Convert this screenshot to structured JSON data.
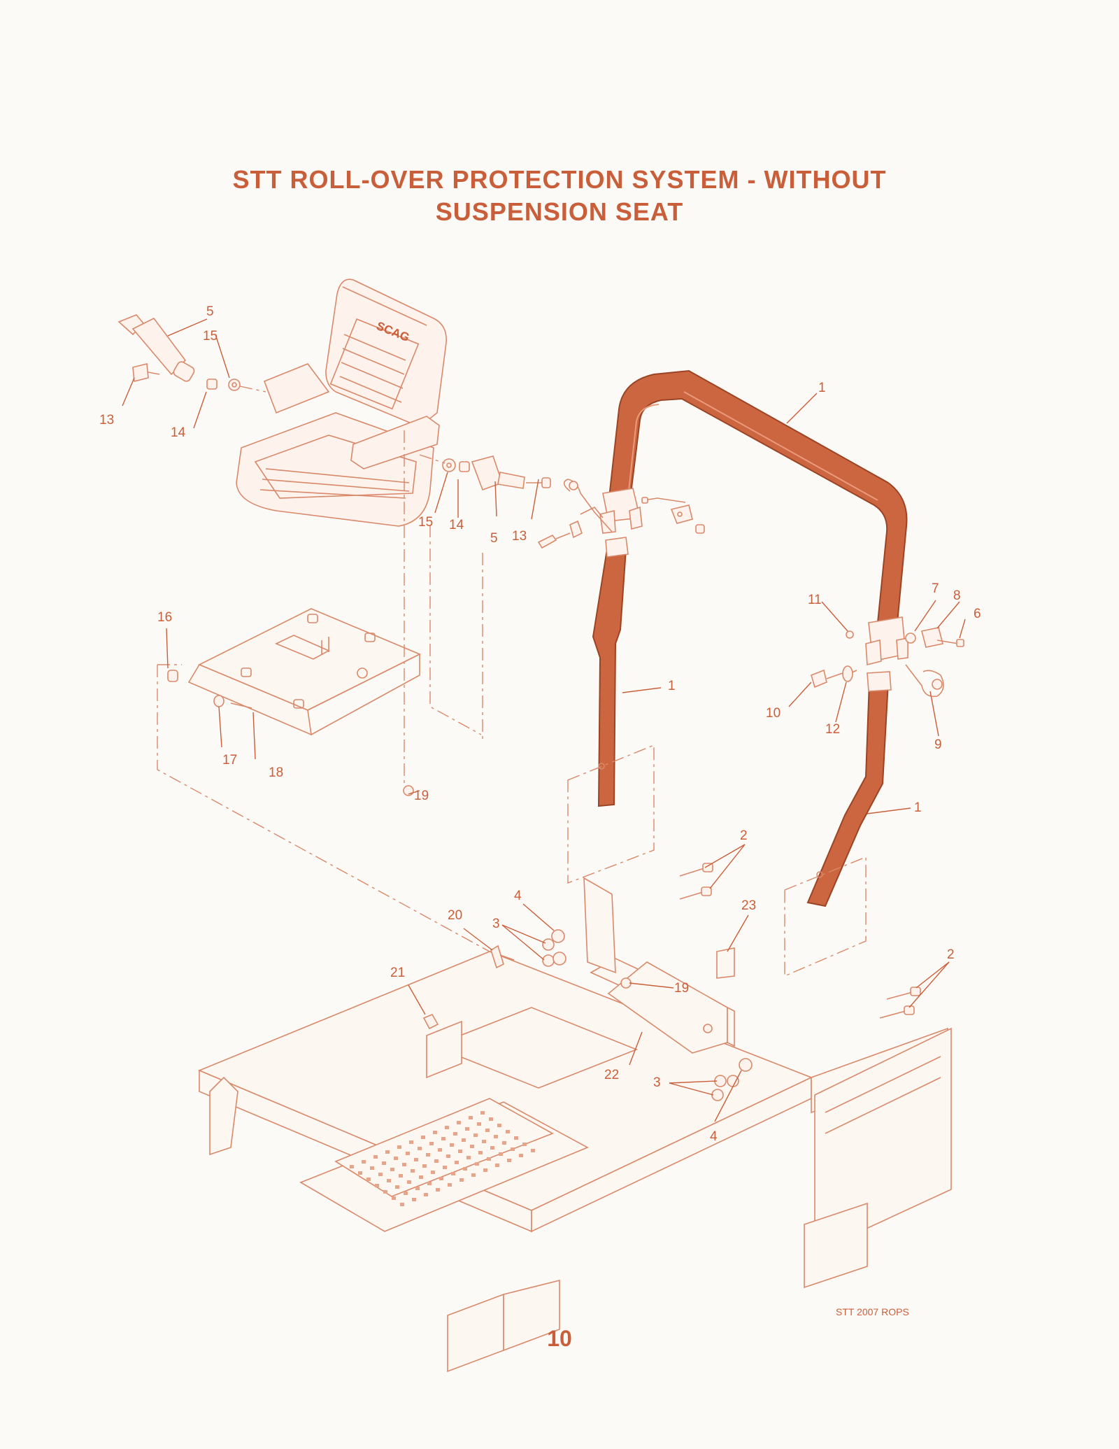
{
  "title_line1": "STT ROLL-OVER PROTECTION SYSTEM - WITHOUT",
  "title_line2": "SUSPENSION SEAT",
  "seat_logo": "SCAG",
  "figure_code": "STT 2007 ROPS",
  "page_number": "10",
  "colors": {
    "accent": "#c95f3a",
    "bar_fill": "#cc6640",
    "line": "#d9896a",
    "background": "#fcfaf6"
  },
  "callouts": [
    {
      "id": "c1a",
      "label": "1"
    },
    {
      "id": "c1b",
      "label": "1"
    },
    {
      "id": "c1c",
      "label": "1"
    },
    {
      "id": "c2a",
      "label": "2"
    },
    {
      "id": "c2b",
      "label": "2"
    },
    {
      "id": "c3a",
      "label": "3"
    },
    {
      "id": "c3b",
      "label": "3"
    },
    {
      "id": "c4a",
      "label": "4"
    },
    {
      "id": "c4b",
      "label": "4"
    },
    {
      "id": "c5a",
      "label": "5"
    },
    {
      "id": "c5b",
      "label": "5"
    },
    {
      "id": "c6",
      "label": "6"
    },
    {
      "id": "c7",
      "label": "7"
    },
    {
      "id": "c8",
      "label": "8"
    },
    {
      "id": "c9",
      "label": "9"
    },
    {
      "id": "c10",
      "label": "10"
    },
    {
      "id": "c11",
      "label": "11"
    },
    {
      "id": "c12",
      "label": "12"
    },
    {
      "id": "c13a",
      "label": "13"
    },
    {
      "id": "c13b",
      "label": "13"
    },
    {
      "id": "c14a",
      "label": "14"
    },
    {
      "id": "c14b",
      "label": "14"
    },
    {
      "id": "c15a",
      "label": "15"
    },
    {
      "id": "c15b",
      "label": "15"
    },
    {
      "id": "c16",
      "label": "16"
    },
    {
      "id": "c17",
      "label": "17"
    },
    {
      "id": "c18",
      "label": "18"
    },
    {
      "id": "c19a",
      "label": "19"
    },
    {
      "id": "c19b",
      "label": "19"
    },
    {
      "id": "c20",
      "label": "20"
    },
    {
      "id": "c21",
      "label": "21"
    },
    {
      "id": "c22",
      "label": "22"
    },
    {
      "id": "c23",
      "label": "23"
    }
  ]
}
